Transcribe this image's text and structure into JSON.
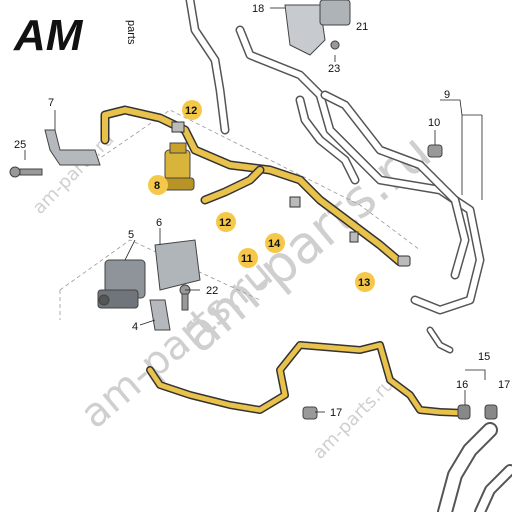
{
  "logo": {
    "main": "AM",
    "sub": "parts"
  },
  "watermarks": [
    "am-parts.ru",
    "am-parts.ru",
    "am-parts.ru",
    "am-parts.ru"
  ],
  "callouts": {
    "p4": "4",
    "p5": "5",
    "p6": "6",
    "p7": "7",
    "p9": "9",
    "p10": "10",
    "p15": "15",
    "p16": "16",
    "p17a": "17",
    "p17b": "17",
    "p18": "18",
    "p21": "21",
    "p22": "22",
    "p23": "23",
    "p25": "25"
  },
  "highlighted": {
    "h8": "8",
    "h11": "11",
    "h12a": "12",
    "h12b": "12",
    "h13": "13",
    "h14": "14"
  },
  "colors": {
    "highlight": "#f5c84a",
    "hose_fill": "#e8c24a",
    "line": "#333333",
    "part_grey": "#9aa0a6"
  }
}
